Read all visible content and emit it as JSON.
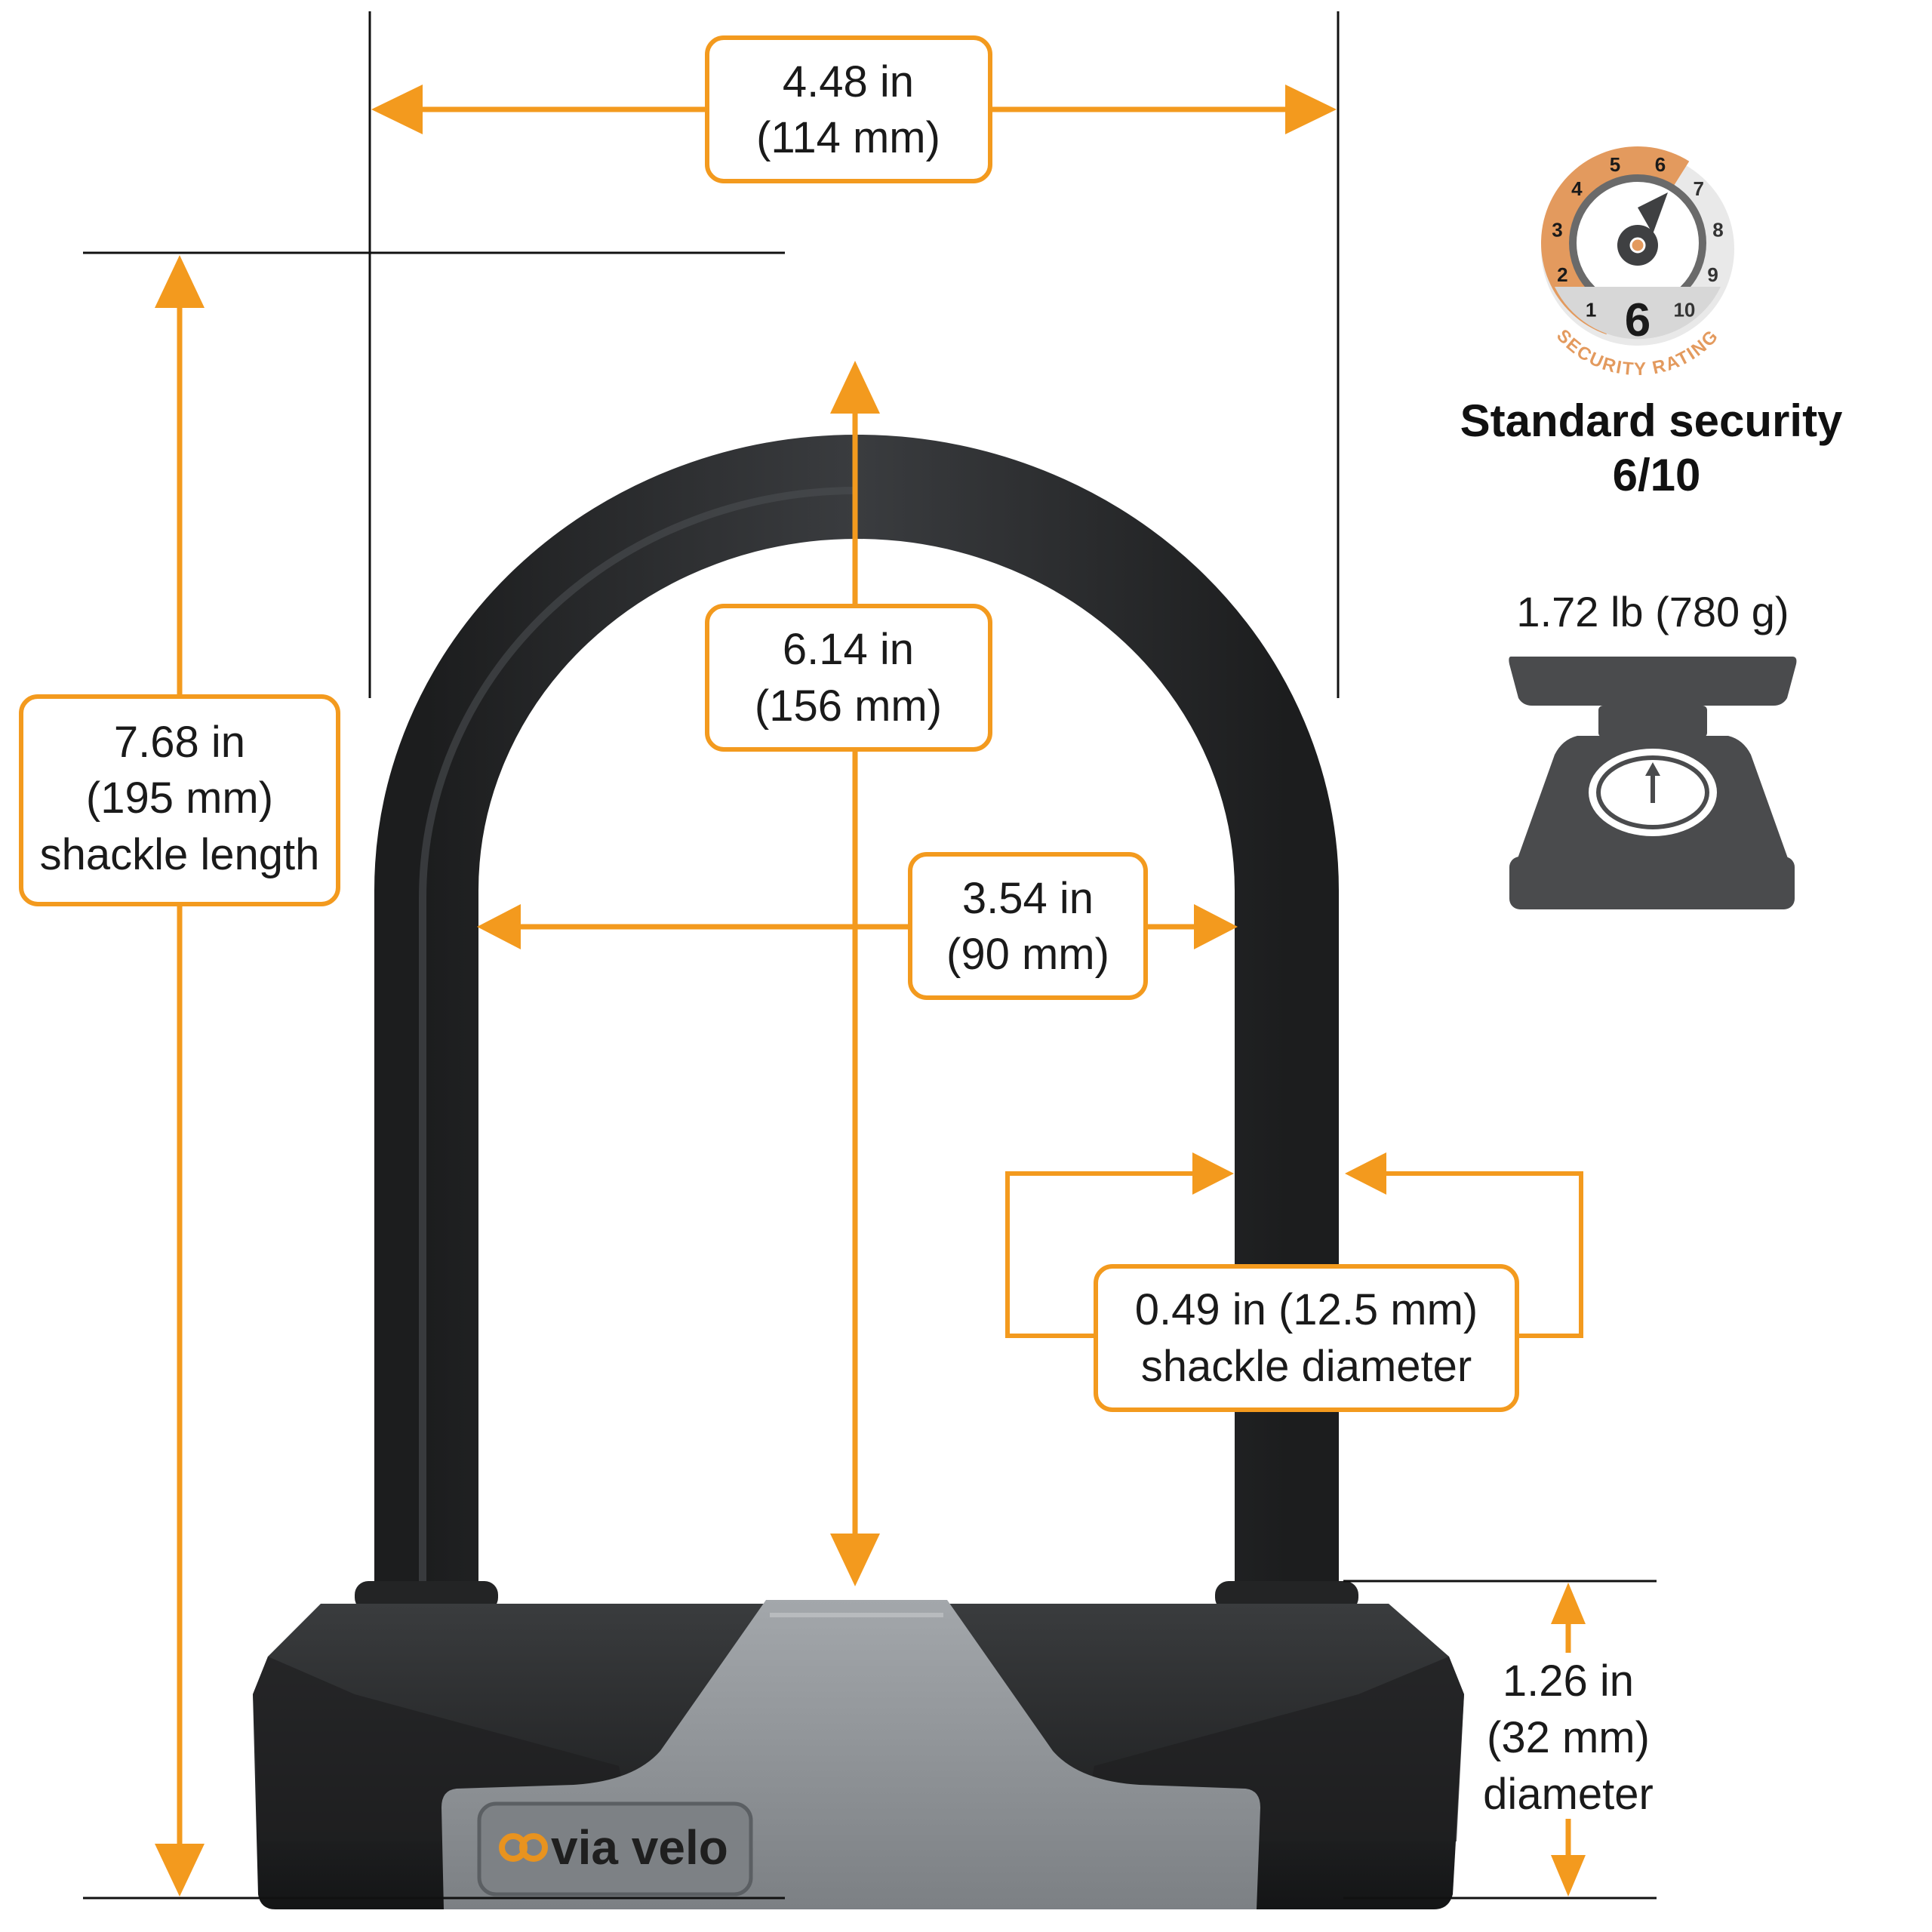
{
  "colors": {
    "accent": "#F39A1E",
    "lock_black": "#2b2d2f",
    "lock_grey": "#8e9296",
    "scale_grey": "#4a4b4d",
    "dial_orange": "#E39A5E"
  },
  "dimensions": {
    "width_outer": {
      "line1": "4.48 in",
      "line2": "(114 mm)"
    },
    "shackle_length": {
      "line1": "7.68 in",
      "line2": "(195 mm)",
      "line3": "shackle length"
    },
    "inner_height": {
      "line1": "6.14 in",
      "line2": "(156 mm)"
    },
    "inner_width": {
      "line1": "3.54 in",
      "line2": "(90 mm)"
    },
    "shackle_diameter": {
      "line1": "0.49 in (12.5 mm)",
      "line2": "shackle diameter"
    },
    "body_diameter": {
      "line1": "1.26 in",
      "line2": "(32 mm)",
      "line3": "diameter"
    }
  },
  "security": {
    "dial_numbers": [
      "1",
      "2",
      "3",
      "4",
      "5",
      "6",
      "7",
      "8",
      "9",
      "10"
    ],
    "rating_value": "6",
    "rating_value_num": 6,
    "badge_text": "SECURITY RATING",
    "title_line1": "Standard security",
    "title_line2": "6/10"
  },
  "weight": {
    "label": "1.72 lb (780 g)",
    "icon": "kitchen-scale-icon"
  },
  "brand": {
    "logo_text": "via velo",
    "logo_icon": "infinity-rings-logo"
  }
}
